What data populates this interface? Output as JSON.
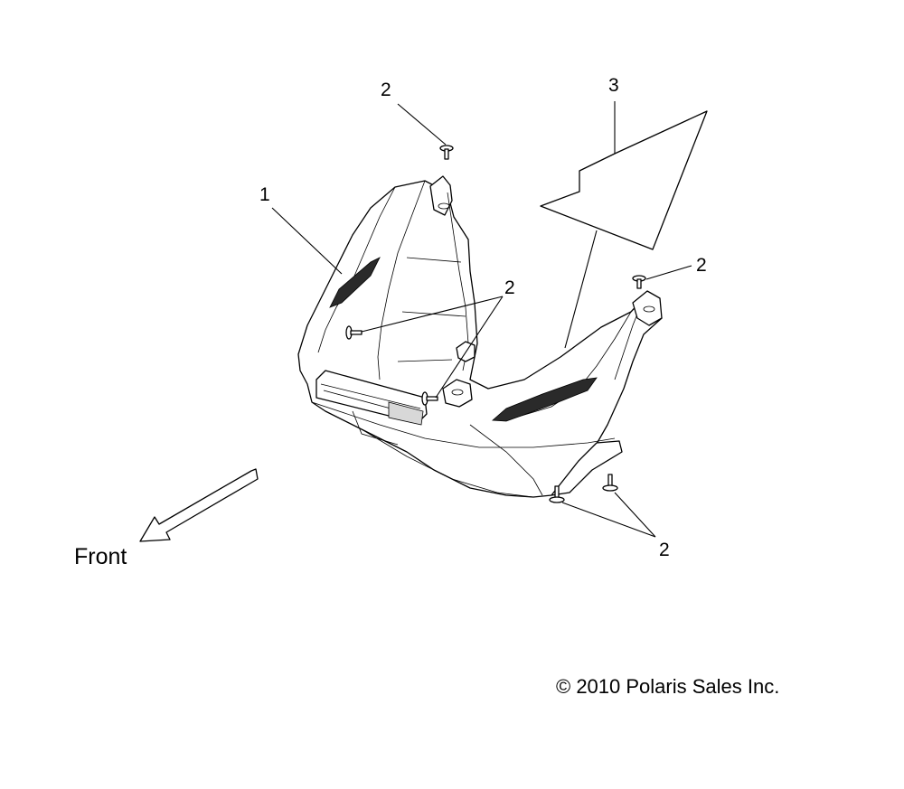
{
  "callouts": {
    "part_1": "1",
    "part_2_top": "2",
    "part_2_center": "2",
    "part_2_right": "2",
    "part_2_bottom": "2",
    "part_3": "3"
  },
  "direction": {
    "label": "Front"
  },
  "copyright": "© 2010 Polaris Sales Inc."
}
